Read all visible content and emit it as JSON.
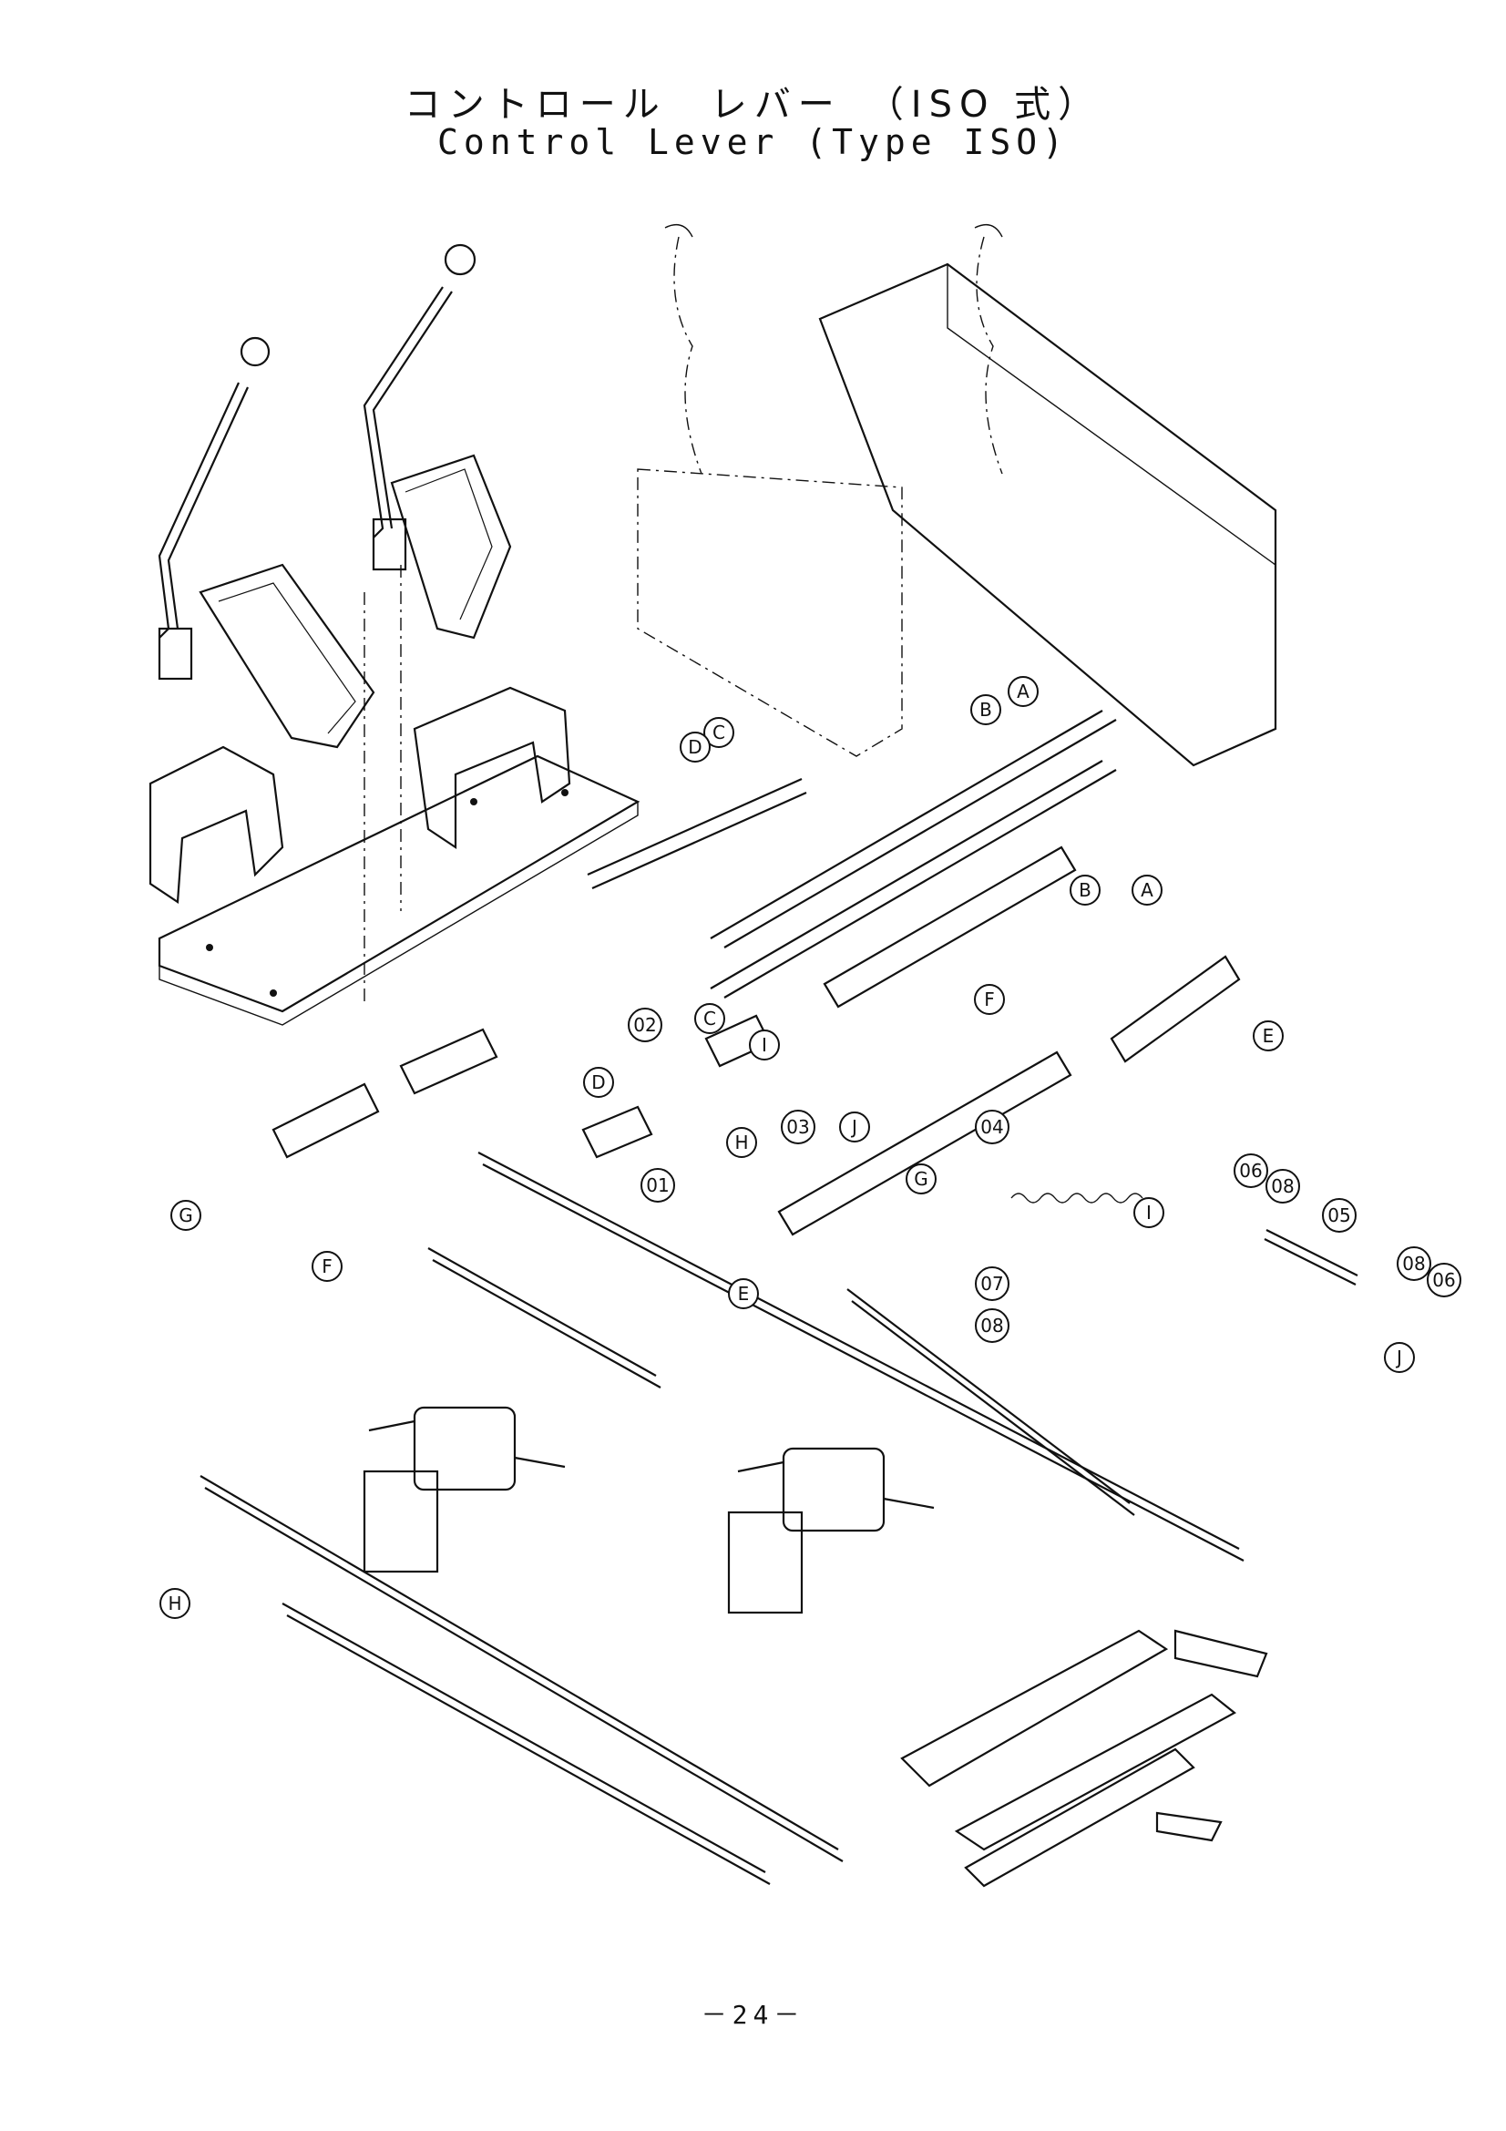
{
  "title": {
    "jp": "コントロール　レバー　（ISO 式）",
    "en": "Control Lever (Type ISO)"
  },
  "page_number": "－24－",
  "callouts": {
    "letters": [
      "A",
      "B",
      "C",
      "D",
      "E",
      "F",
      "G",
      "H",
      "I",
      "J"
    ],
    "numbers": [
      "01",
      "02",
      "03",
      "04",
      "05",
      "06",
      "07",
      "08"
    ]
  },
  "labels": [
    {
      "id": "a1",
      "text": "A"
    },
    {
      "id": "b1",
      "text": "B"
    },
    {
      "id": "c1",
      "text": "C"
    },
    {
      "id": "d1",
      "text": "D"
    },
    {
      "id": "b2",
      "text": "B"
    },
    {
      "id": "a2",
      "text": "A"
    },
    {
      "id": "f1",
      "text": "F"
    },
    {
      "id": "e1",
      "text": "E"
    },
    {
      "id": "c2",
      "text": "C"
    },
    {
      "id": "n02",
      "text": "02"
    },
    {
      "id": "i1",
      "text": "I"
    },
    {
      "id": "d2",
      "text": "D"
    },
    {
      "id": "h1",
      "text": "H"
    },
    {
      "id": "n01",
      "text": "01"
    },
    {
      "id": "n03",
      "text": "03"
    },
    {
      "id": "j1",
      "text": "J"
    },
    {
      "id": "n04",
      "text": "04"
    },
    {
      "id": "g1",
      "text": "G"
    },
    {
      "id": "i2",
      "text": "I"
    },
    {
      "id": "n06a",
      "text": "06"
    },
    {
      "id": "n08a",
      "text": "08"
    },
    {
      "id": "n05",
      "text": "05"
    },
    {
      "id": "n08b",
      "text": "08"
    },
    {
      "id": "n06b",
      "text": "06"
    },
    {
      "id": "j2",
      "text": "J"
    },
    {
      "id": "e2",
      "text": "E"
    },
    {
      "id": "n07",
      "text": "07"
    },
    {
      "id": "n08c",
      "text": "08"
    },
    {
      "id": "g2",
      "text": "G"
    },
    {
      "id": "f2",
      "text": "F"
    },
    {
      "id": "h2",
      "text": "H"
    }
  ]
}
